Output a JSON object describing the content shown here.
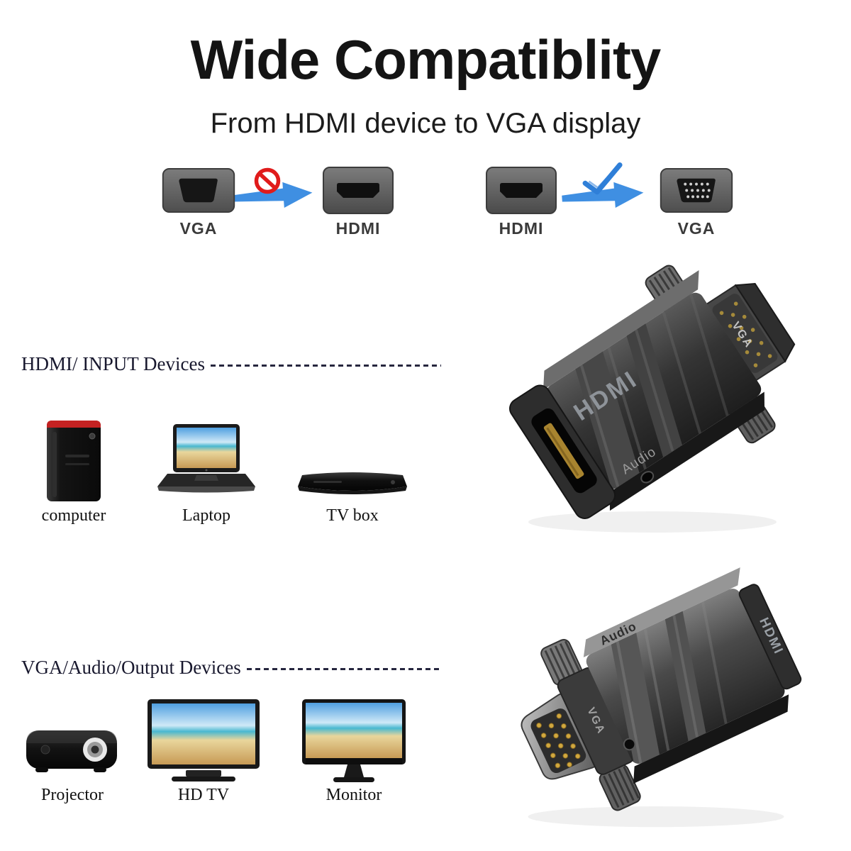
{
  "header": {
    "title": "Wide Compatiblity",
    "subtitle": "From HDMI device to VGA display"
  },
  "flow": {
    "wrong": {
      "from_label": "VGA",
      "to_label": "HDMI",
      "symbol": "prohibited"
    },
    "right": {
      "from_label": "HDMI",
      "to_label": "VGA",
      "symbol": "check"
    }
  },
  "sections": {
    "input": {
      "heading": "HDMI/ INPUT Devices",
      "devices": [
        "computer",
        "Laptop",
        "TV box"
      ]
    },
    "output": {
      "heading": "VGA/Audio/Output Devices",
      "devices": [
        "Projector",
        "HD TV",
        "Monitor"
      ]
    }
  },
  "adapter_top": {
    "hdmi_label": "HDMI",
    "audio_label": "Audio",
    "vga_label": "VGA"
  },
  "adapter_bottom": {
    "hdmi_label": "HDMI",
    "audio_label": "Audio",
    "vga_label": "VGA"
  },
  "colors": {
    "arrow_blue": "#3f8fe2",
    "prohibited_red": "#e01b1b",
    "check_blue": "#2f7fd8",
    "title_color": "#141414"
  }
}
